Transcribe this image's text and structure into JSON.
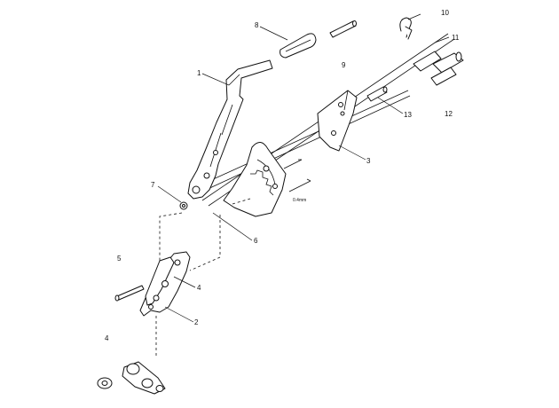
{
  "callouts": {
    "c1": "1",
    "c2": "2",
    "c3": "3",
    "c4a": "4",
    "c4b": "4",
    "c5": "5",
    "c6": "6",
    "c7": "7",
    "c8": "8",
    "c9": "9",
    "c10": "10",
    "c11": "11",
    "c12": "12",
    "c13": "13"
  },
  "annotation": "0.4mm"
}
